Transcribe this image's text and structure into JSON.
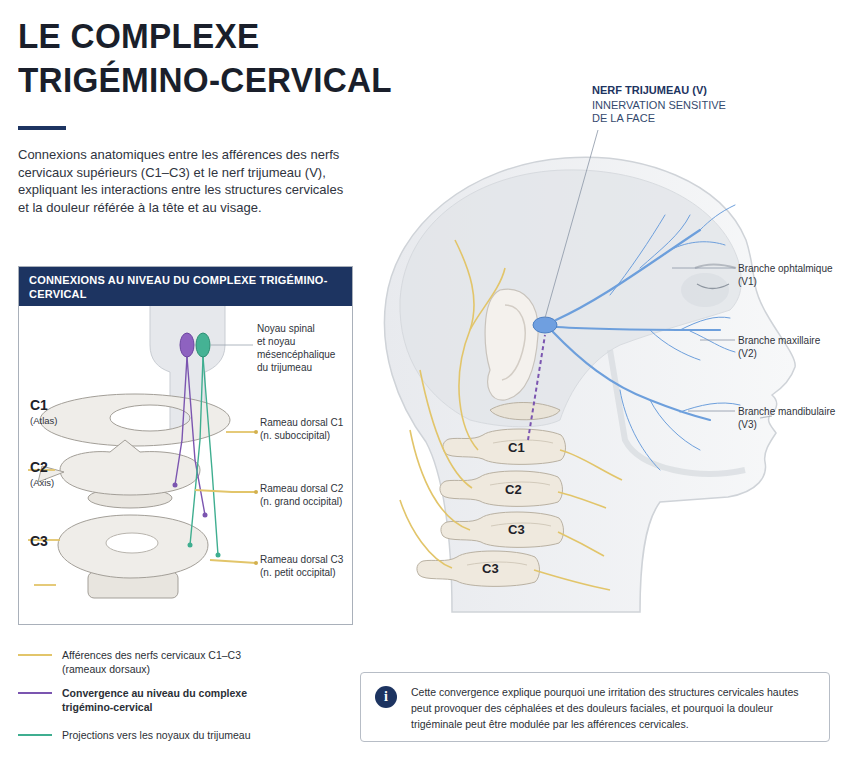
{
  "diagram": {
    "title": "LE COMPLEXE TRIGÉMINO-CERVICAL",
    "caption": "Connexions anatomiques entre les afférences des nerfs cervicaux supérieurs (C1–C3) et le nerf trijumeau (V), expliquant les interactions entre les structures cervicales et la douleur référée à la tête et au visage.",
    "nodes": [
      {
        "text": [
          "CONNEXIONS AU NIVEAU DU COMPLEXE TRIGÉMINO-CERVICAL"
        ]
      },
      {
        "text": [
          "Cette convergence explique pourquoi une irritation des structures cervicales hautes peut provoquer des céphalées et des douleurs faciales, et pourquoi la douleur trigéminale peut être modulée par les afférences cervicales."
        ]
      },
      {
        "text": [
          "i"
        ],
        "in": 1
      }
    ],
    "labels": [
      "NERF TRIJUMEAU (V)",
      "INNERVATION SENSITIVE DE LA FACE",
      "Branche ophtalmique (V1)",
      "Noyau spinal et noyau mésencéphalique du trijumeau",
      "Branche maxillaire (V2)",
      "C1",
      "(Atlas)",
      "Rameau dorsal C1 (n. suboccipital)",
      "Branche mandibulaire (V3)",
      "C1",
      "C2",
      "(Axis)",
      "C2",
      "Rameau dorsal C2 (n. grand occipital)",
      "C3",
      "C3",
      "C3",
      "Rameau dorsal C3 (n. petit occipital)"
    ],
    "legend": [
      {
        "text": "Afférences des nerfs cervicaux C1–C3 (rameaux dorsaux)"
      },
      {
        "text": "Convergence au niveau du complexe trigémino-cervical"
      },
      {
        "text": "Projections vers les noyaux du trijumeau"
      }
    ]
  }
}
